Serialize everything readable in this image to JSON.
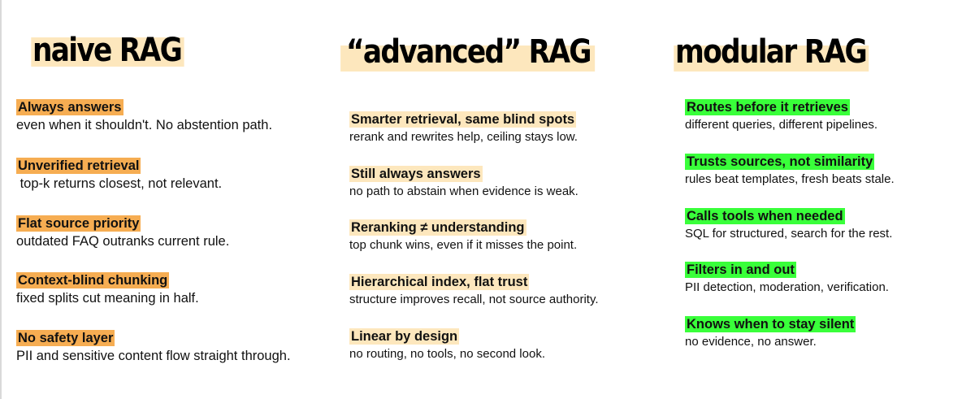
{
  "columns": [
    {
      "title": "naive RAG",
      "highlight": "#fde7bd",
      "items": [
        {
          "label": "Always answers",
          "desc": "even when it shouldn't. No abstention path."
        },
        {
          "label": "Unverified retrieval",
          "desc": " top-k returns closest, not relevant."
        },
        {
          "label": "Flat source priority",
          "desc": "outdated FAQ outranks current rule."
        },
        {
          "label": "Context-blind chunking",
          "desc": "fixed splits cut meaning in half."
        },
        {
          "label": "No safety layer",
          "desc": "PII and sensitive content flow straight through."
        }
      ]
    },
    {
      "title": "“advanced” RAG",
      "highlight": "#fde7bd",
      "items": [
        {
          "label": "Smarter retrieval, same blind spots",
          "desc": "rerank and rewrites help, ceiling stays low."
        },
        {
          "label": "Still always answers",
          "desc": "no path to abstain when evidence is weak."
        },
        {
          "label": "Reranking ≠ understanding",
          "desc": "top chunk wins, even if it misses the point."
        },
        {
          "label": "Hierarchical index, flat trust",
          "desc": "structure improves recall, not source authority."
        },
        {
          "label": "Linear by design",
          "desc": "no routing, no tools, no second look."
        }
      ]
    },
    {
      "title": "modular RAG",
      "highlight": "#fde7bd",
      "items": [
        {
          "label": "Routes before it retrieves",
          "desc": "different queries, different pipelines."
        },
        {
          "label": "Trusts sources, not similarity",
          "desc": "rules beat templates, fresh beats stale."
        },
        {
          "label": "Calls tools when needed",
          "desc": "SQL for structured, search for the rest."
        },
        {
          "label": "Filters in and out",
          "desc": "PII detection, moderation, verification."
        },
        {
          "label": "Knows when to stay silent",
          "desc": "no evidence, no answer."
        }
      ]
    }
  ],
  "colors": {
    "naive_label": "#f6ad52",
    "advanced_label": "#fde7bd",
    "modular_label": "#39ff3a",
    "heading_highlight": "#fde7bd"
  }
}
